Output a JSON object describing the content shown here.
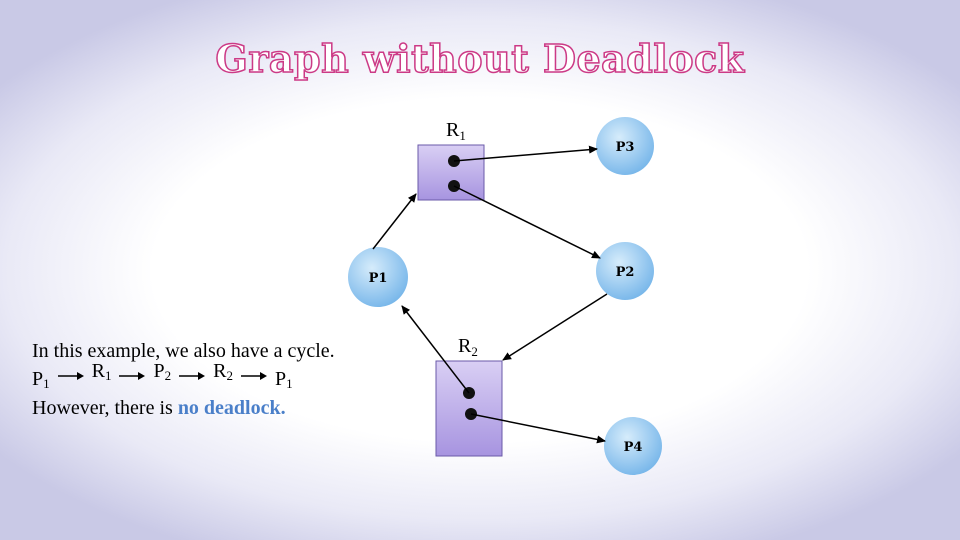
{
  "title": "Graph without Deadlock",
  "diagram": {
    "resources": [
      {
        "id": "R1",
        "label": "R",
        "sub": "1"
      },
      {
        "id": "R2",
        "label": "R",
        "sub": "2"
      }
    ],
    "processes": [
      {
        "id": "P1",
        "label": "P1"
      },
      {
        "id": "P2",
        "label": "P2"
      },
      {
        "id": "P3",
        "label": "P3"
      },
      {
        "id": "P4",
        "label": "P4"
      }
    ]
  },
  "explanation": {
    "line1": "In this example, we also have a cycle.",
    "sequence": [
      {
        "label": "P",
        "sub": "1"
      },
      {
        "label": "R",
        "sub": "1"
      },
      {
        "label": "P",
        "sub": "2"
      },
      {
        "label": "R",
        "sub": "2"
      },
      {
        "label": "P",
        "sub": "1"
      }
    ],
    "line3_prefix": "However, there is ",
    "line3_highlight": "no deadlock."
  },
  "colors": {
    "title_outline": "#cc3a86",
    "resource_fill": "#b7a8e6",
    "process_fill": "#8fc7ef",
    "highlight": "#4a7fc9"
  }
}
